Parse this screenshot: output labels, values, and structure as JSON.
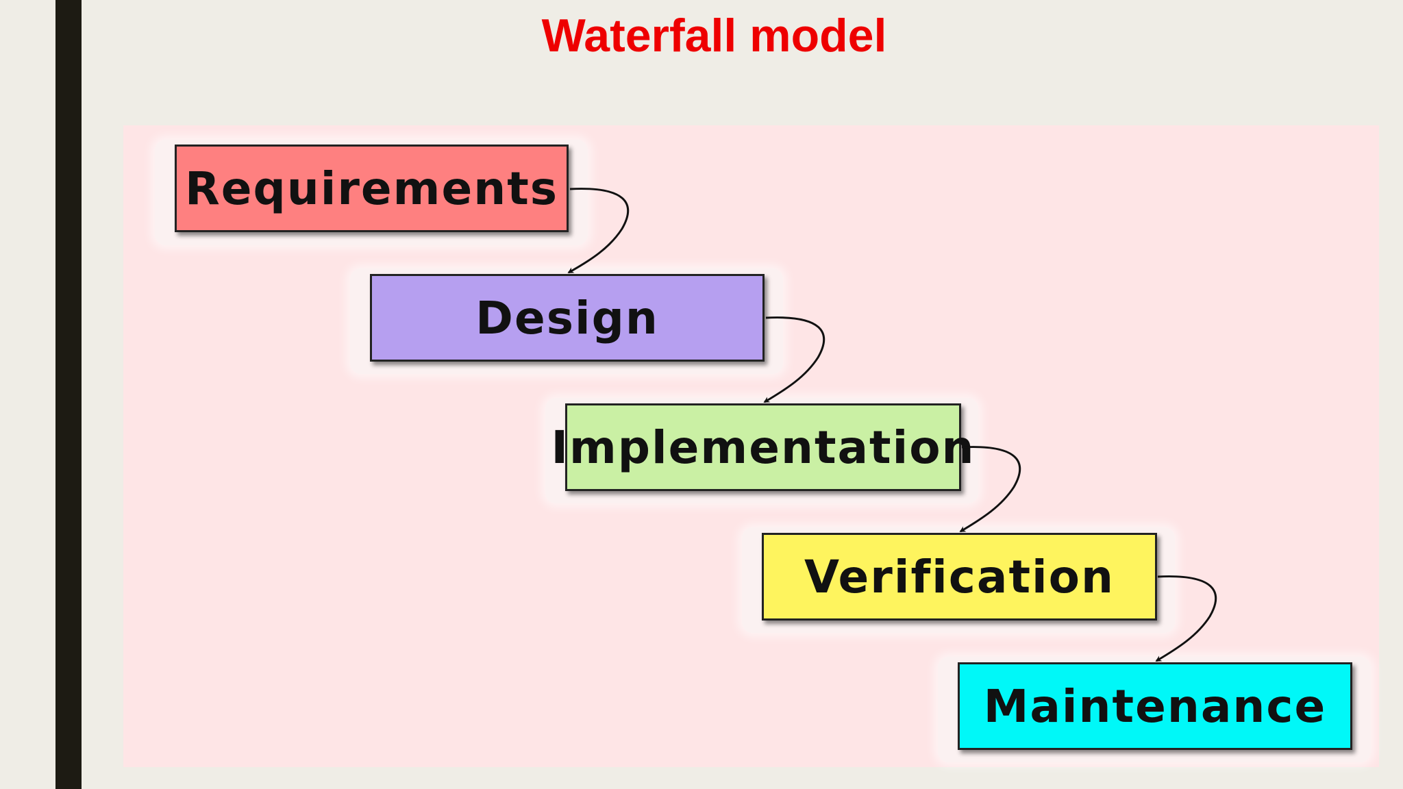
{
  "slide": {
    "title": "Waterfall model"
  },
  "stages": [
    {
      "label": "Requirements",
      "color": "#fe8080"
    },
    {
      "label": "Design",
      "color": "#b69ff0"
    },
    {
      "label": "Implementation",
      "color": "#caf0a4"
    },
    {
      "label": "Verification",
      "color": "#fef45e"
    },
    {
      "label": "Maintenance",
      "color": "#00f8f8"
    }
  ],
  "connectors": [
    {
      "from": "Requirements",
      "to": "Design"
    },
    {
      "from": "Design",
      "to": "Implementation"
    },
    {
      "from": "Implementation",
      "to": "Verification"
    },
    {
      "from": "Verification",
      "to": "Maintenance"
    }
  ]
}
